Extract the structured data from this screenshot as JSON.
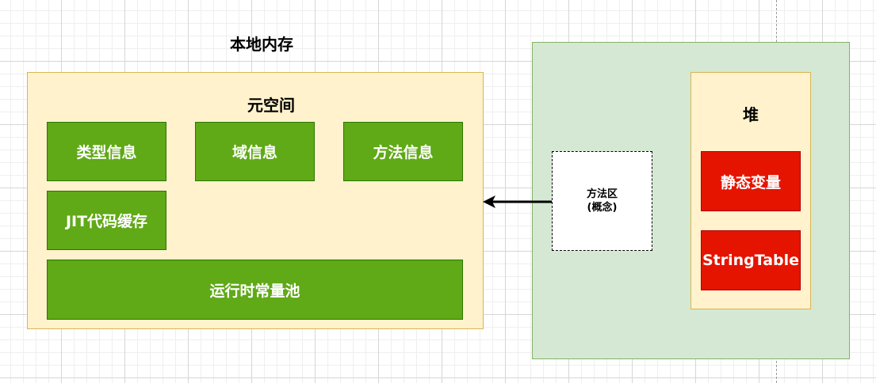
{
  "local_memory": {
    "label": "本地内存",
    "metaspace": {
      "label": "元空间",
      "items": [
        "类型信息",
        "域信息",
        "方法信息",
        "JIT代码缓存",
        "运行时常量池"
      ]
    }
  },
  "method_area": {
    "line1": "方法区",
    "line2": "(概念)"
  },
  "heap": {
    "label": "堆",
    "items": [
      "静态变量",
      "StringTable"
    ]
  },
  "colors": {
    "metaspace_fill": "#fff2cc",
    "metaspace_border": "#d6b656",
    "jvm_fill": "#d5e8d4",
    "jvm_border": "#82b366",
    "item_green": "#60a917",
    "item_red": "#e51400"
  }
}
